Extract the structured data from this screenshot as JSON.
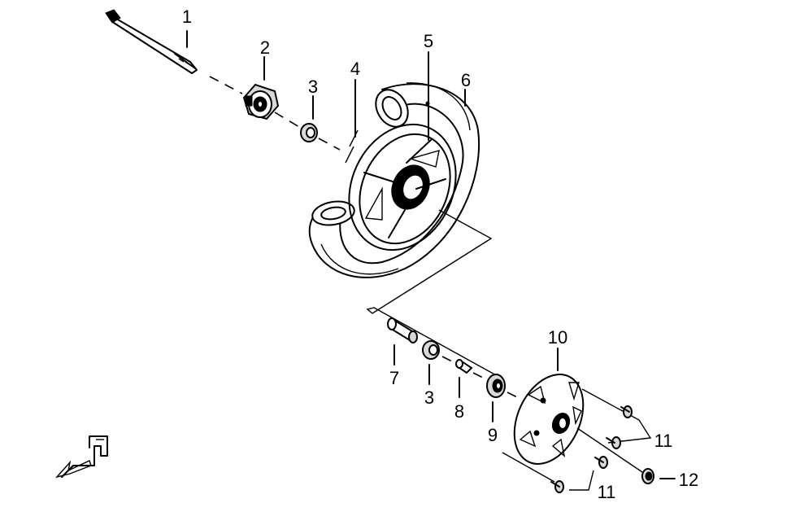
{
  "callouts": [
    "1",
    "2",
    "3",
    "4",
    "5",
    "6",
    "7",
    "3",
    "8",
    "9",
    "10",
    "11",
    "11",
    "12"
  ],
  "icons": [
    "axle-bolt-icon",
    "speedometer-gear-icon",
    "bearing-icon",
    "wheel-rim-icon",
    "tire-icon",
    "collar-icon",
    "spacer-icon",
    "oil-seal-icon",
    "brake-disc-icon",
    "screw-icon",
    "nut-icon",
    "direction-arrow-icon"
  ]
}
